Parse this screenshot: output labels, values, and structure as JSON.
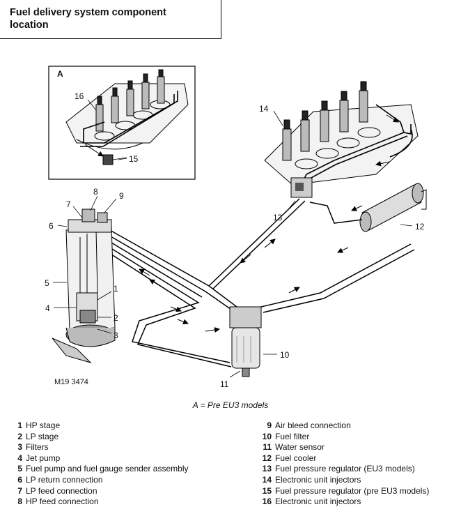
{
  "header": {
    "title": "Fuel delivery system component location"
  },
  "inset": {
    "label": "A"
  },
  "figure": {
    "ref": "M19 3474"
  },
  "callouts": {
    "c1": "1",
    "c2": "2",
    "c3": "3",
    "c4": "4",
    "c5": "5",
    "c6": "6",
    "c7": "7",
    "c8": "8",
    "c9": "9",
    "c10": "10",
    "c11": "11",
    "c12": "12",
    "c13": "13",
    "c14": "14",
    "c15": "15",
    "c16": "16"
  },
  "caption": "A = Pre EU3 models",
  "legend": {
    "left": [
      {
        "num": "1",
        "text": "HP stage"
      },
      {
        "num": "2",
        "text": "LP stage"
      },
      {
        "num": "3",
        "text": "Filters"
      },
      {
        "num": "4",
        "text": "Jet pump"
      },
      {
        "num": "5",
        "text": "Fuel pump and fuel gauge sender assembly"
      },
      {
        "num": "6",
        "text": "LP return connection"
      },
      {
        "num": "7",
        "text": "LP feed connection"
      },
      {
        "num": "8",
        "text": "HP feed connection"
      }
    ],
    "right": [
      {
        "num": "9",
        "text": "Air bleed connection"
      },
      {
        "num": "10",
        "text": "Fuel filter"
      },
      {
        "num": "11",
        "text": "Water sensor"
      },
      {
        "num": "12",
        "text": "Fuel cooler"
      },
      {
        "num": "13",
        "text": "Fuel pressure regulator (EU3 models)"
      },
      {
        "num": "14",
        "text": "Electronic unit injectors"
      },
      {
        "num": "15",
        "text": "Fuel pressure regulator (pre EU3 models)"
      },
      {
        "num": "16",
        "text": "Electronic unit injectors"
      }
    ]
  }
}
